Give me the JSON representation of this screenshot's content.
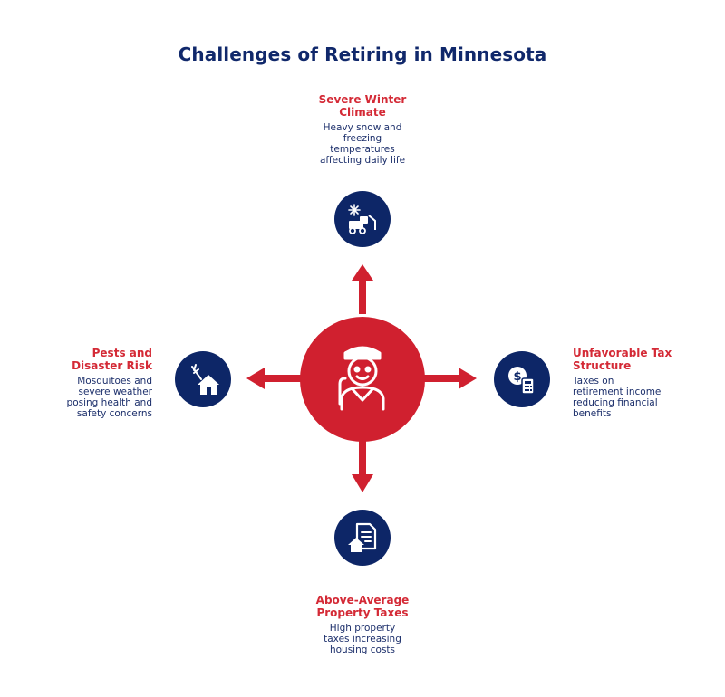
{
  "title": "Challenges of Retiring in Minnesota",
  "colors": {
    "navy": "#0d2667",
    "red": "#d0202f",
    "heading_red": "#d42a36",
    "text_navy": "#1c2f6b"
  },
  "center": {
    "icon": "retiree-person-icon"
  },
  "nodes": {
    "top": {
      "heading_line1": "Severe Winter",
      "heading_line2": "Climate",
      "desc_line1": "Heavy snow and",
      "desc_line2": "freezing",
      "desc_line3": "temperatures",
      "desc_line4": "affecting daily life",
      "icon": "snowplow-icon"
    },
    "right": {
      "heading_line1": "Unfavorable Tax",
      "heading_line2": "Structure",
      "desc_line1": "Taxes on",
      "desc_line2": "retirement income",
      "desc_line3": "reducing financial",
      "desc_line4": "benefits",
      "icon": "tax-calculator-icon"
    },
    "bottom": {
      "heading_line1": "Above-Average",
      "heading_line2": "Property Taxes",
      "desc_line1": "High property",
      "desc_line2": "taxes increasing",
      "desc_line3": "housing costs",
      "icon": "property-document-icon"
    },
    "left": {
      "heading_line1": "Pests and",
      "heading_line2": "Disaster Risk",
      "desc_line1": "Mosquitoes and",
      "desc_line2": "severe weather",
      "desc_line3": "posing health and",
      "desc_line4": "safety concerns",
      "icon": "pest-house-icon"
    }
  }
}
